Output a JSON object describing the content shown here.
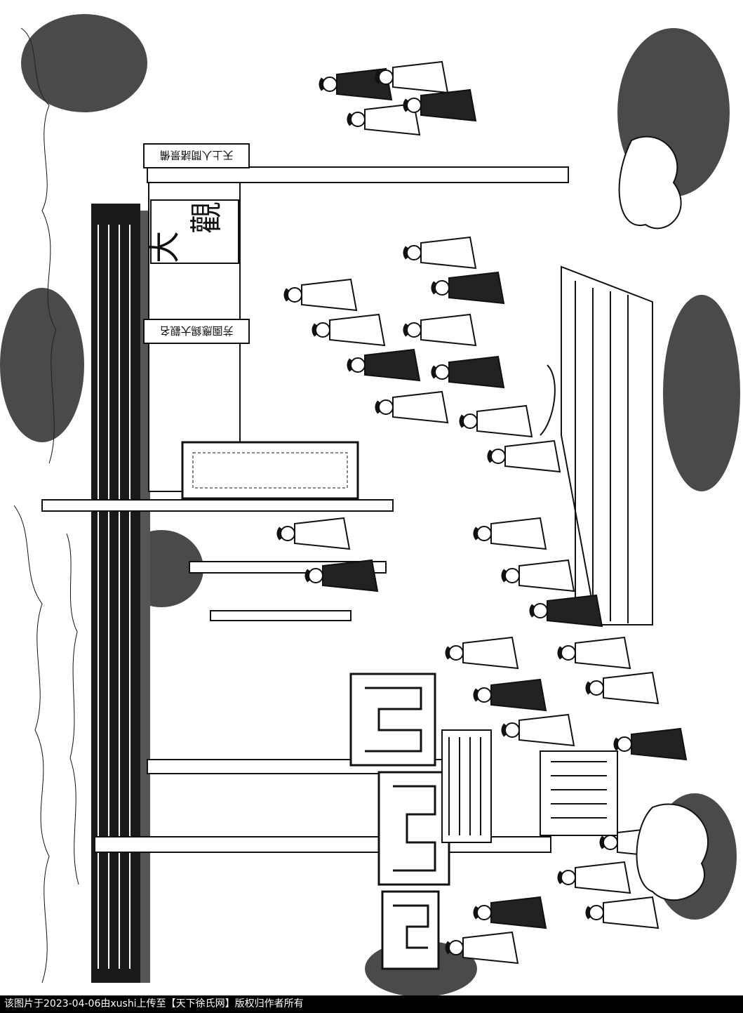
{
  "colors": {
    "ink": "#111111",
    "paper": "#ffffff",
    "caption_background": "#000000",
    "caption_text": "#ffffff"
  },
  "artwork": {
    "style": "rotated black-and-white woodblock print of a palace courtyard scene",
    "plaque_chars": [
      "大",
      "觀"
    ],
    "couplet_text": "天上人間諸景備",
    "side_panel_text": "芳園應錫大觀名"
  },
  "caption": {
    "text": "该图片于2023-04-06由xushi上传至【天下徐氏网】版权归作者所有"
  }
}
